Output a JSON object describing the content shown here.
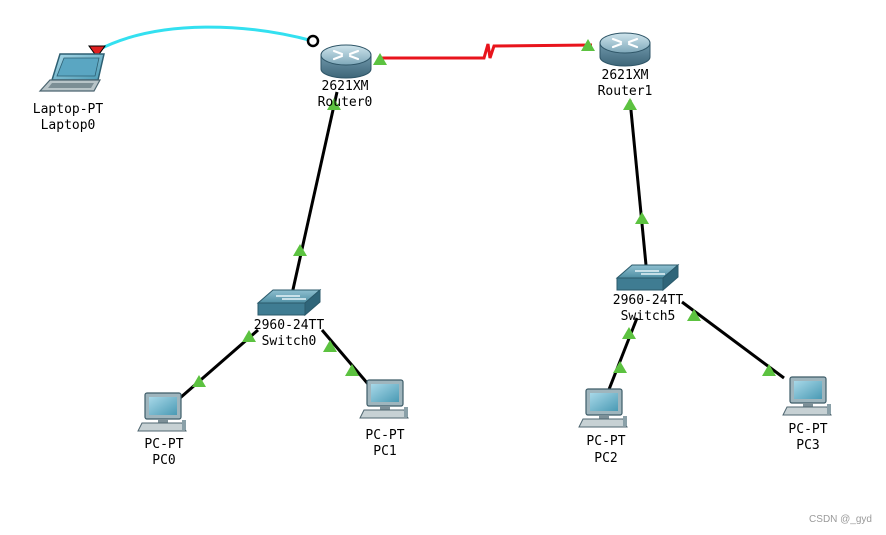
{
  "devices": {
    "laptop0": {
      "model": "Laptop-PT",
      "name": "Laptop0"
    },
    "router0": {
      "model": "2621XM",
      "name": "Router0"
    },
    "router1": {
      "model": "2621XM",
      "name": "Router1"
    },
    "switch0": {
      "model": "2960-24TT",
      "name": "Switch0"
    },
    "switch5": {
      "model": "2960-24TT",
      "name": "Switch5"
    },
    "pc0": {
      "model": "PC-PT",
      "name": "PC0"
    },
    "pc1": {
      "model": "PC-PT",
      "name": "PC1"
    },
    "pc2": {
      "model": "PC-PT",
      "name": "PC2"
    },
    "pc3": {
      "model": "PC-PT",
      "name": "PC3"
    }
  },
  "colors": {
    "console_cable": "#33e0f0",
    "serial_cable": "#e8141c",
    "ethernet_cable": "#000000",
    "link_up": "#5cc240",
    "link_down": "#e02020"
  },
  "watermark": "CSDN @_gyd"
}
